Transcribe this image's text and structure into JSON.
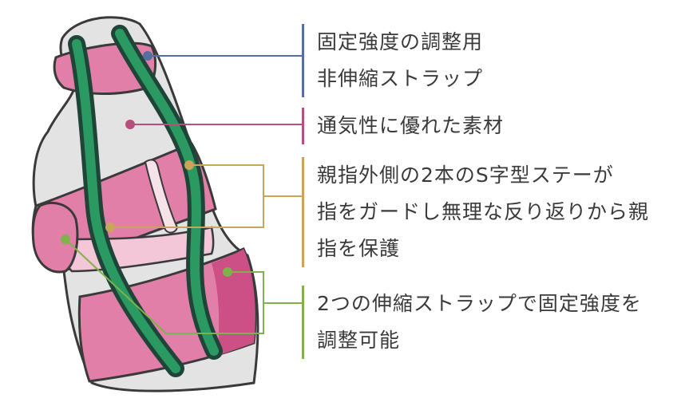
{
  "colors": {
    "blue": "#5470a0",
    "magenta": "#b84e80",
    "gold": "#c9a55a",
    "green": "#7fb24a",
    "strap_green": "#2a9a62",
    "strap_dark": "#1f4438",
    "pink": "#e27fa8",
    "pink_light": "#f3c6d8",
    "pink_dark": "#cc4f85",
    "fabric": "#e3e3e3",
    "outline": "#3a3a3a"
  },
  "callouts": [
    {
      "id": "fixation",
      "color": "blue",
      "lines": [
        "固定強度の調整用",
        "非伸縮ストラップ"
      ]
    },
    {
      "id": "material",
      "color": "magenta",
      "lines": [
        "通気性に優れた素材"
      ]
    },
    {
      "id": "stays",
      "color": "gold",
      "lines": [
        "親指外側の2本のS字型ステーが",
        "指をガードし無理な反り返りから親",
        "指を保護"
      ]
    },
    {
      "id": "straps",
      "color": "green",
      "lines": [
        "2つの伸縮ストラップで固定強度を",
        "調整可能"
      ]
    }
  ]
}
